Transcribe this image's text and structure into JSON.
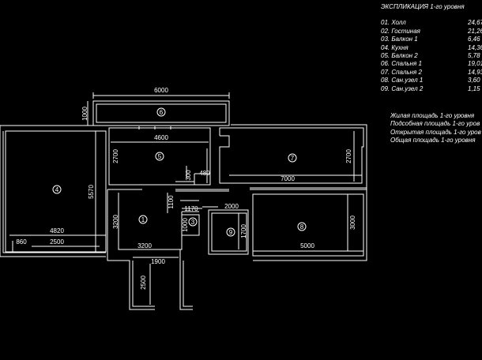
{
  "legend": {
    "title": "ЭКСПЛИКАЦИЯ 1-го уровня",
    "rows": [
      {
        "label": "01. Холл",
        "value": "24,67"
      },
      {
        "label": "02. Гостиная",
        "value": "21,26"
      },
      {
        "label": "03. Балкон 1",
        "value": "6,46"
      },
      {
        "label": "04. Кухня",
        "value": "14,36"
      },
      {
        "label": "05. Балкон 2",
        "value": "5,78"
      },
      {
        "label": "06. Спальня 1",
        "value": "19,01"
      },
      {
        "label": "07. Спальня 2",
        "value": "14,93"
      },
      {
        "label": "08. Сан.узел 1",
        "value": "3,60"
      },
      {
        "label": "09. Сан.узел 2",
        "value": "1,15"
      }
    ]
  },
  "notes": [
    "Жилая площадь 1-го уровня",
    "Подсобная площадь 1-го уров",
    "Открытая площадь 1-го уров",
    "Общая площадь 1-го уровня"
  ],
  "room_numbers": [
    "1",
    "3",
    "4",
    "5",
    "6",
    "7",
    "8",
    "9"
  ],
  "dimensions": {
    "d6000": "6000",
    "d1000": "1000",
    "d4600": "4600",
    "d2700a": "2700",
    "d2700b": "2700",
    "d5570": "5570",
    "d300": "300",
    "d480": "480",
    "d7000": "7000",
    "d1100": "1100",
    "d1170": "1170",
    "d2000": "2000",
    "d3200a": "3200",
    "d1000b": "1000",
    "d1700": "1700",
    "d3000": "3000",
    "d4820": "4820",
    "d860": "860",
    "d2500a": "2500",
    "d3200b": "3200",
    "d5000": "5000",
    "d1900": "1900",
    "d2500b": "2500"
  }
}
